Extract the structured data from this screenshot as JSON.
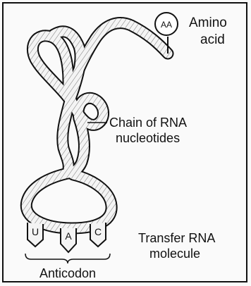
{
  "labels": {
    "aa": "AA",
    "amino_line1": "Amino",
    "amino_line2": "acid",
    "chain_line1": "Chain of RNA",
    "chain_line2": "nucleotides",
    "trna_line1": "Transfer RNA",
    "trna_line2": "molecule",
    "anticodon": "Anticodon",
    "bases": [
      "U",
      "A",
      "C"
    ]
  },
  "colors": {
    "ink": "#111111",
    "tube": "#f4f4f4",
    "background": "#fafafa"
  }
}
